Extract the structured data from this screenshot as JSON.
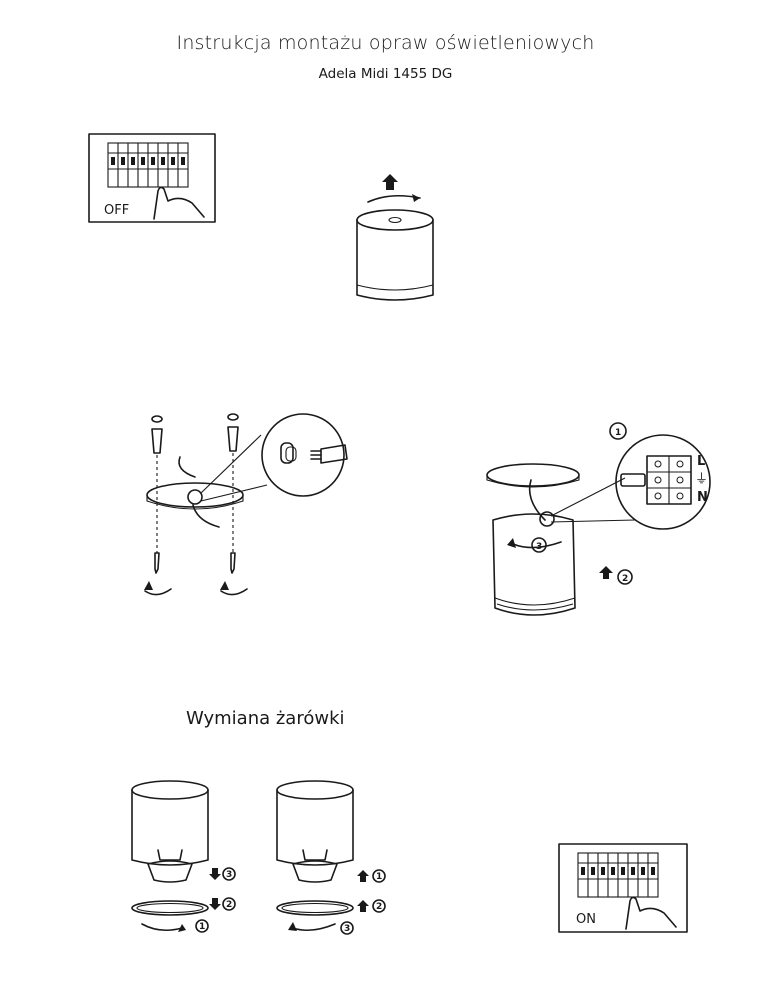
{
  "document": {
    "title": "Instrukcja montażu opraw oświetleniowych",
    "subtitle": "Adela Midi 1455 DG",
    "section_bulb": "Wymiana żarówki"
  },
  "panels": {
    "off_label": "OFF",
    "on_label": "ON"
  },
  "wiring": {
    "live": "L",
    "neutral": "N",
    "ground_symbol": "⏚"
  },
  "steps": {
    "s1": "1",
    "s2": "2",
    "s3": "3"
  },
  "icons": {
    "arrow_up": "arrow-up-icon",
    "arrow_down": "arrow-down-icon",
    "rotate": "rotate-icon",
    "hand": "hand-icon"
  }
}
